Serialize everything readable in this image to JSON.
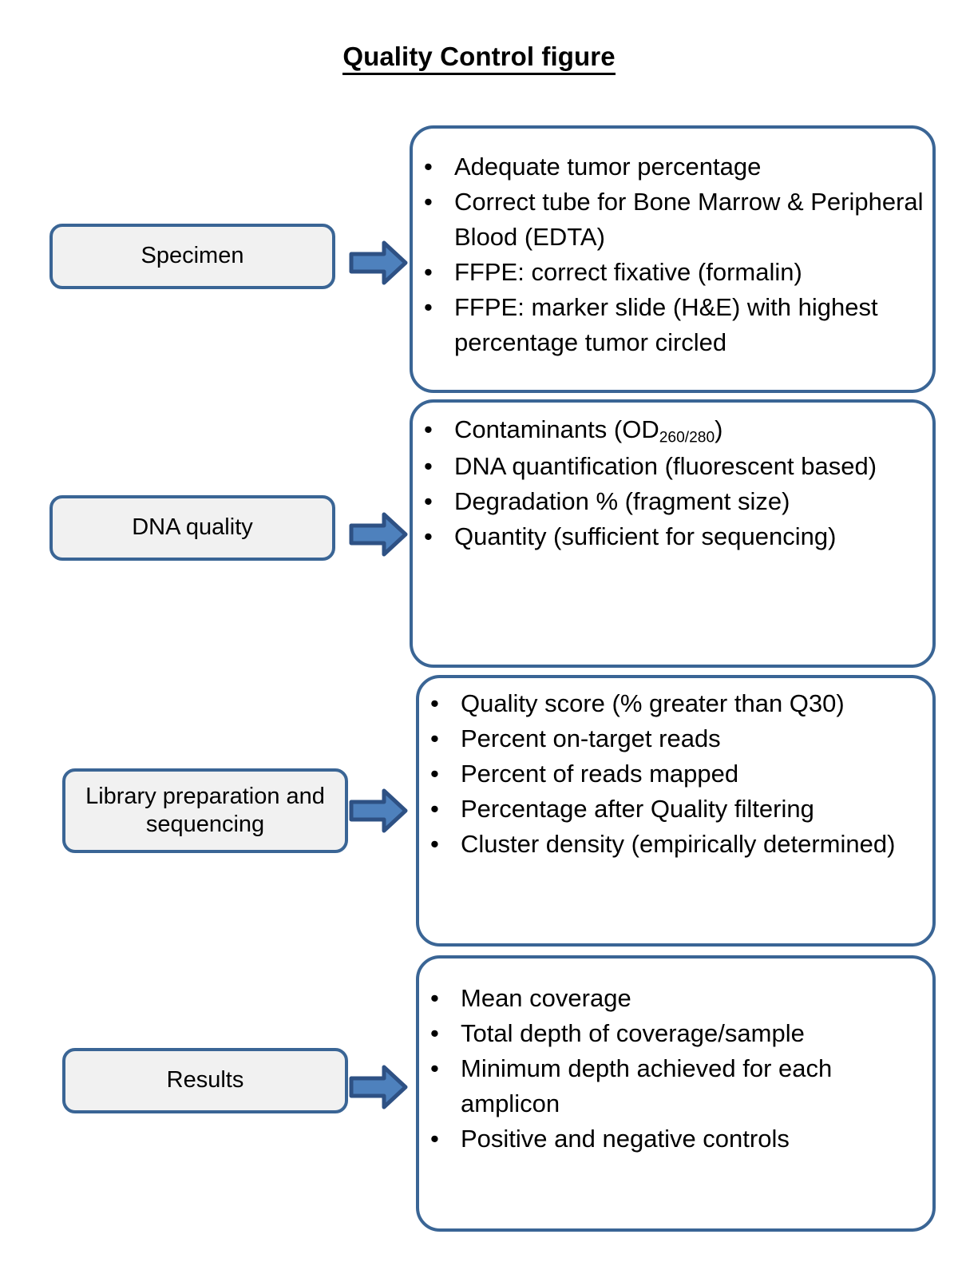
{
  "title": "Quality Control figure",
  "colors": {
    "border_blue": "#3A6595",
    "arrow_fill": "#4E81BD",
    "arrow_outline": "#2E5184",
    "label_fill": "#F1F1F1",
    "text": "#000000",
    "background": "#FFFFFF"
  },
  "bullet_glyph": "•",
  "stages": [
    {
      "label": "Specimen",
      "arrow_name": "arrow-specimen",
      "items": [
        {
          "text": "Adequate tumor percentage"
        },
        {
          "text": "Correct tube for Bone Marrow & Peripheral Blood (EDTA)"
        },
        {
          "text": "FFPE: correct fixative (formalin)"
        },
        {
          "text": "FFPE: marker slide (H&E) with highest percentage tumor circled"
        }
      ]
    },
    {
      "label": "DNA quality",
      "arrow_name": "arrow-dna-quality",
      "items": [
        {
          "text": "Contaminants (OD",
          "subscript": "260/280",
          "text_after": ")"
        },
        {
          "text": "DNA quantification (fluorescent based)"
        },
        {
          "text": "Degradation % (fragment size)"
        },
        {
          "text": "Quantity (sufficient for sequencing)"
        }
      ]
    },
    {
      "label": "Library preparation and sequencing",
      "arrow_name": "arrow-library-prep",
      "items": [
        {
          "text": "Quality score (% greater than Q30)"
        },
        {
          "text": "Percent on-target reads"
        },
        {
          "text": "Percent of reads mapped"
        },
        {
          "text": "Percentage after Quality filtering"
        },
        {
          "text": "Cluster density (empirically determined)"
        }
      ]
    },
    {
      "label": "Results",
      "arrow_name": "arrow-results",
      "items": [
        {
          "text": "Mean coverage"
        },
        {
          "text": "Total depth of coverage/sample"
        },
        {
          "text": "Minimum depth achieved for each amplicon"
        },
        {
          "text": "Positive and negative controls"
        }
      ]
    }
  ]
}
